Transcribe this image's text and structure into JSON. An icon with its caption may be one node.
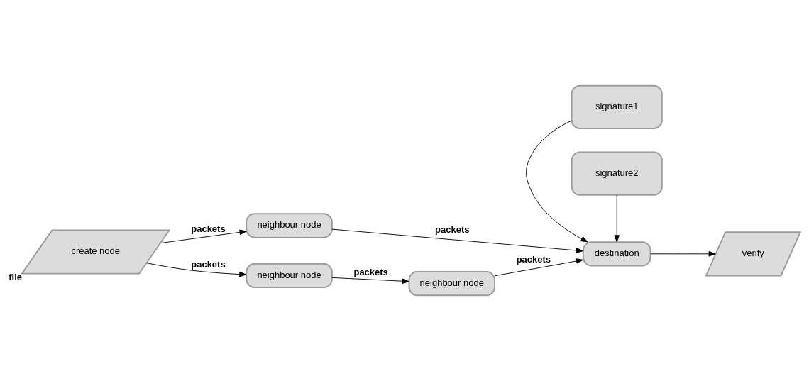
{
  "diagram": {
    "nodes": [
      {
        "text": [
          "create node"
        ],
        "beside": [
          "file"
        ]
      },
      {
        "text": [
          "neighbour node"
        ]
      },
      {
        "text": [
          "neighbour node"
        ]
      },
      {
        "text": [
          "neighbour node"
        ]
      },
      {
        "text": [
          "destination"
        ]
      },
      {
        "text": [
          "signature1"
        ]
      },
      {
        "text": [
          "signature2"
        ]
      },
      {
        "text": [
          "verify"
        ]
      }
    ],
    "edges": [
      {
        "from": 0,
        "to": 1,
        "arrow": "to",
        "label": "packets"
      },
      {
        "from": 0,
        "to": 2,
        "arrow": "to",
        "label": "packets"
      },
      {
        "from": 1,
        "to": 4,
        "arrow": "to",
        "label": "packets"
      },
      {
        "from": 2,
        "to": 3,
        "arrow": "to",
        "label": "packets"
      },
      {
        "from": 3,
        "to": 4,
        "arrow": "to",
        "label": "packets"
      },
      {
        "from": 5,
        "to": 4,
        "arrow": "to"
      },
      {
        "from": 6,
        "to": 4,
        "arrow": "to"
      },
      {
        "from": 4,
        "to": 7,
        "arrow": "to"
      }
    ]
  }
}
